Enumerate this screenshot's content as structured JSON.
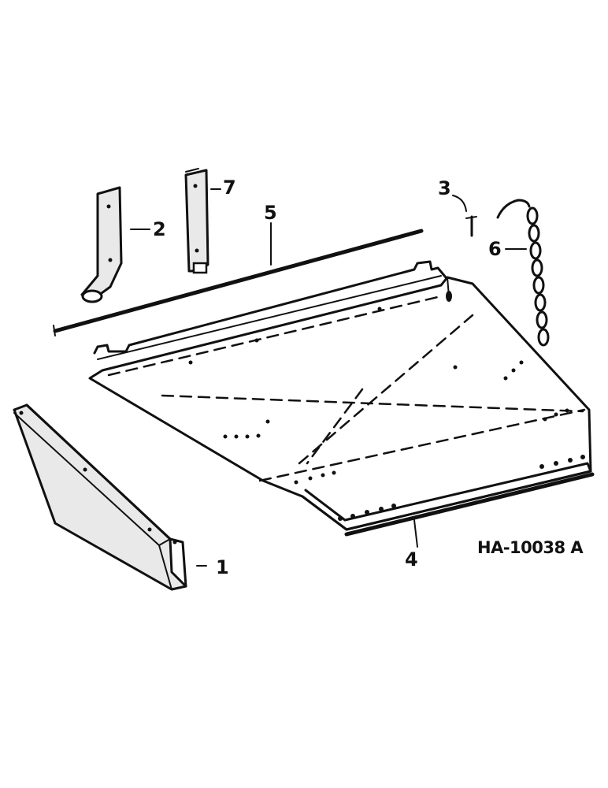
{
  "callouts": {
    "part1": "1",
    "part2": "2",
    "part3": "3",
    "part4": "4",
    "part5": "5",
    "part6": "6",
    "part7": "7"
  },
  "reference_code": "HA-10038 A"
}
